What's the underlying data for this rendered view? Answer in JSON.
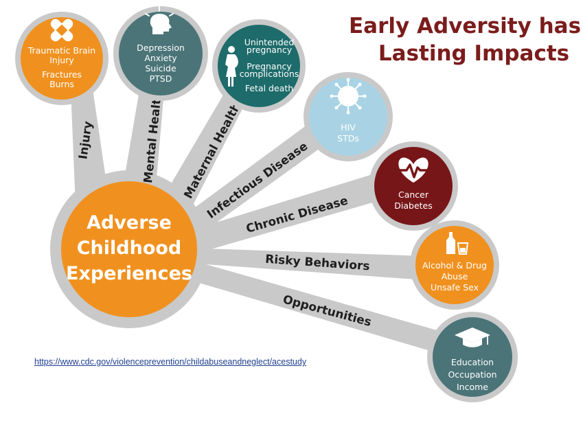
{
  "title": {
    "line1": "Early Adversity has",
    "line2": "Lasting Impacts",
    "color": "#7b1c1c"
  },
  "center": {
    "lines": [
      "Adverse",
      "Childhood",
      "Experiences"
    ],
    "color": "#f0911f"
  },
  "branches": [
    {
      "label": "Injury",
      "color": "#f0911f",
      "icon": "bandage-icon",
      "lines": [
        "Traumatic Brain",
        "Injury",
        "Fractures",
        "Burns"
      ]
    },
    {
      "label": "Mental Health",
      "color": "#4b7478",
      "icon": "head-icon",
      "lines": [
        "Depression",
        "Anxiety",
        "Suicide",
        "PTSD"
      ]
    },
    {
      "label": "Maternal Health",
      "color": "#1e6b6b",
      "icon": "pregnant-woman-icon",
      "lines": [
        "Unintended",
        "pregnancy",
        "Pregnancy",
        "complications",
        "Fetal death"
      ]
    },
    {
      "label": "Infectious Disease",
      "color": "#a9d3e4",
      "icon": "virus-icon",
      "lines": [
        "HIV",
        "STDs"
      ]
    },
    {
      "label": "Chronic Disease",
      "color": "#771618",
      "icon": "heart-pulse-icon",
      "lines": [
        "Cancer",
        "Diabetes"
      ]
    },
    {
      "label": "Risky Behaviors",
      "color": "#f0911f",
      "icon": "bottle-glass-icon",
      "lines": [
        "Alcohol & Drug",
        "Abuse",
        "Unsafe Sex"
      ]
    },
    {
      "label": "Opportunities",
      "color": "#4b7478",
      "icon": "graduation-cap-icon",
      "lines": [
        "Education",
        "Occupation",
        "Income"
      ]
    }
  ],
  "source_link": "https://www.cdc.gov/violenceprevention/childabuseandneglect/acestudy",
  "ring_color": "#c9c9c9",
  "spoke_color": "#c9c9c9"
}
